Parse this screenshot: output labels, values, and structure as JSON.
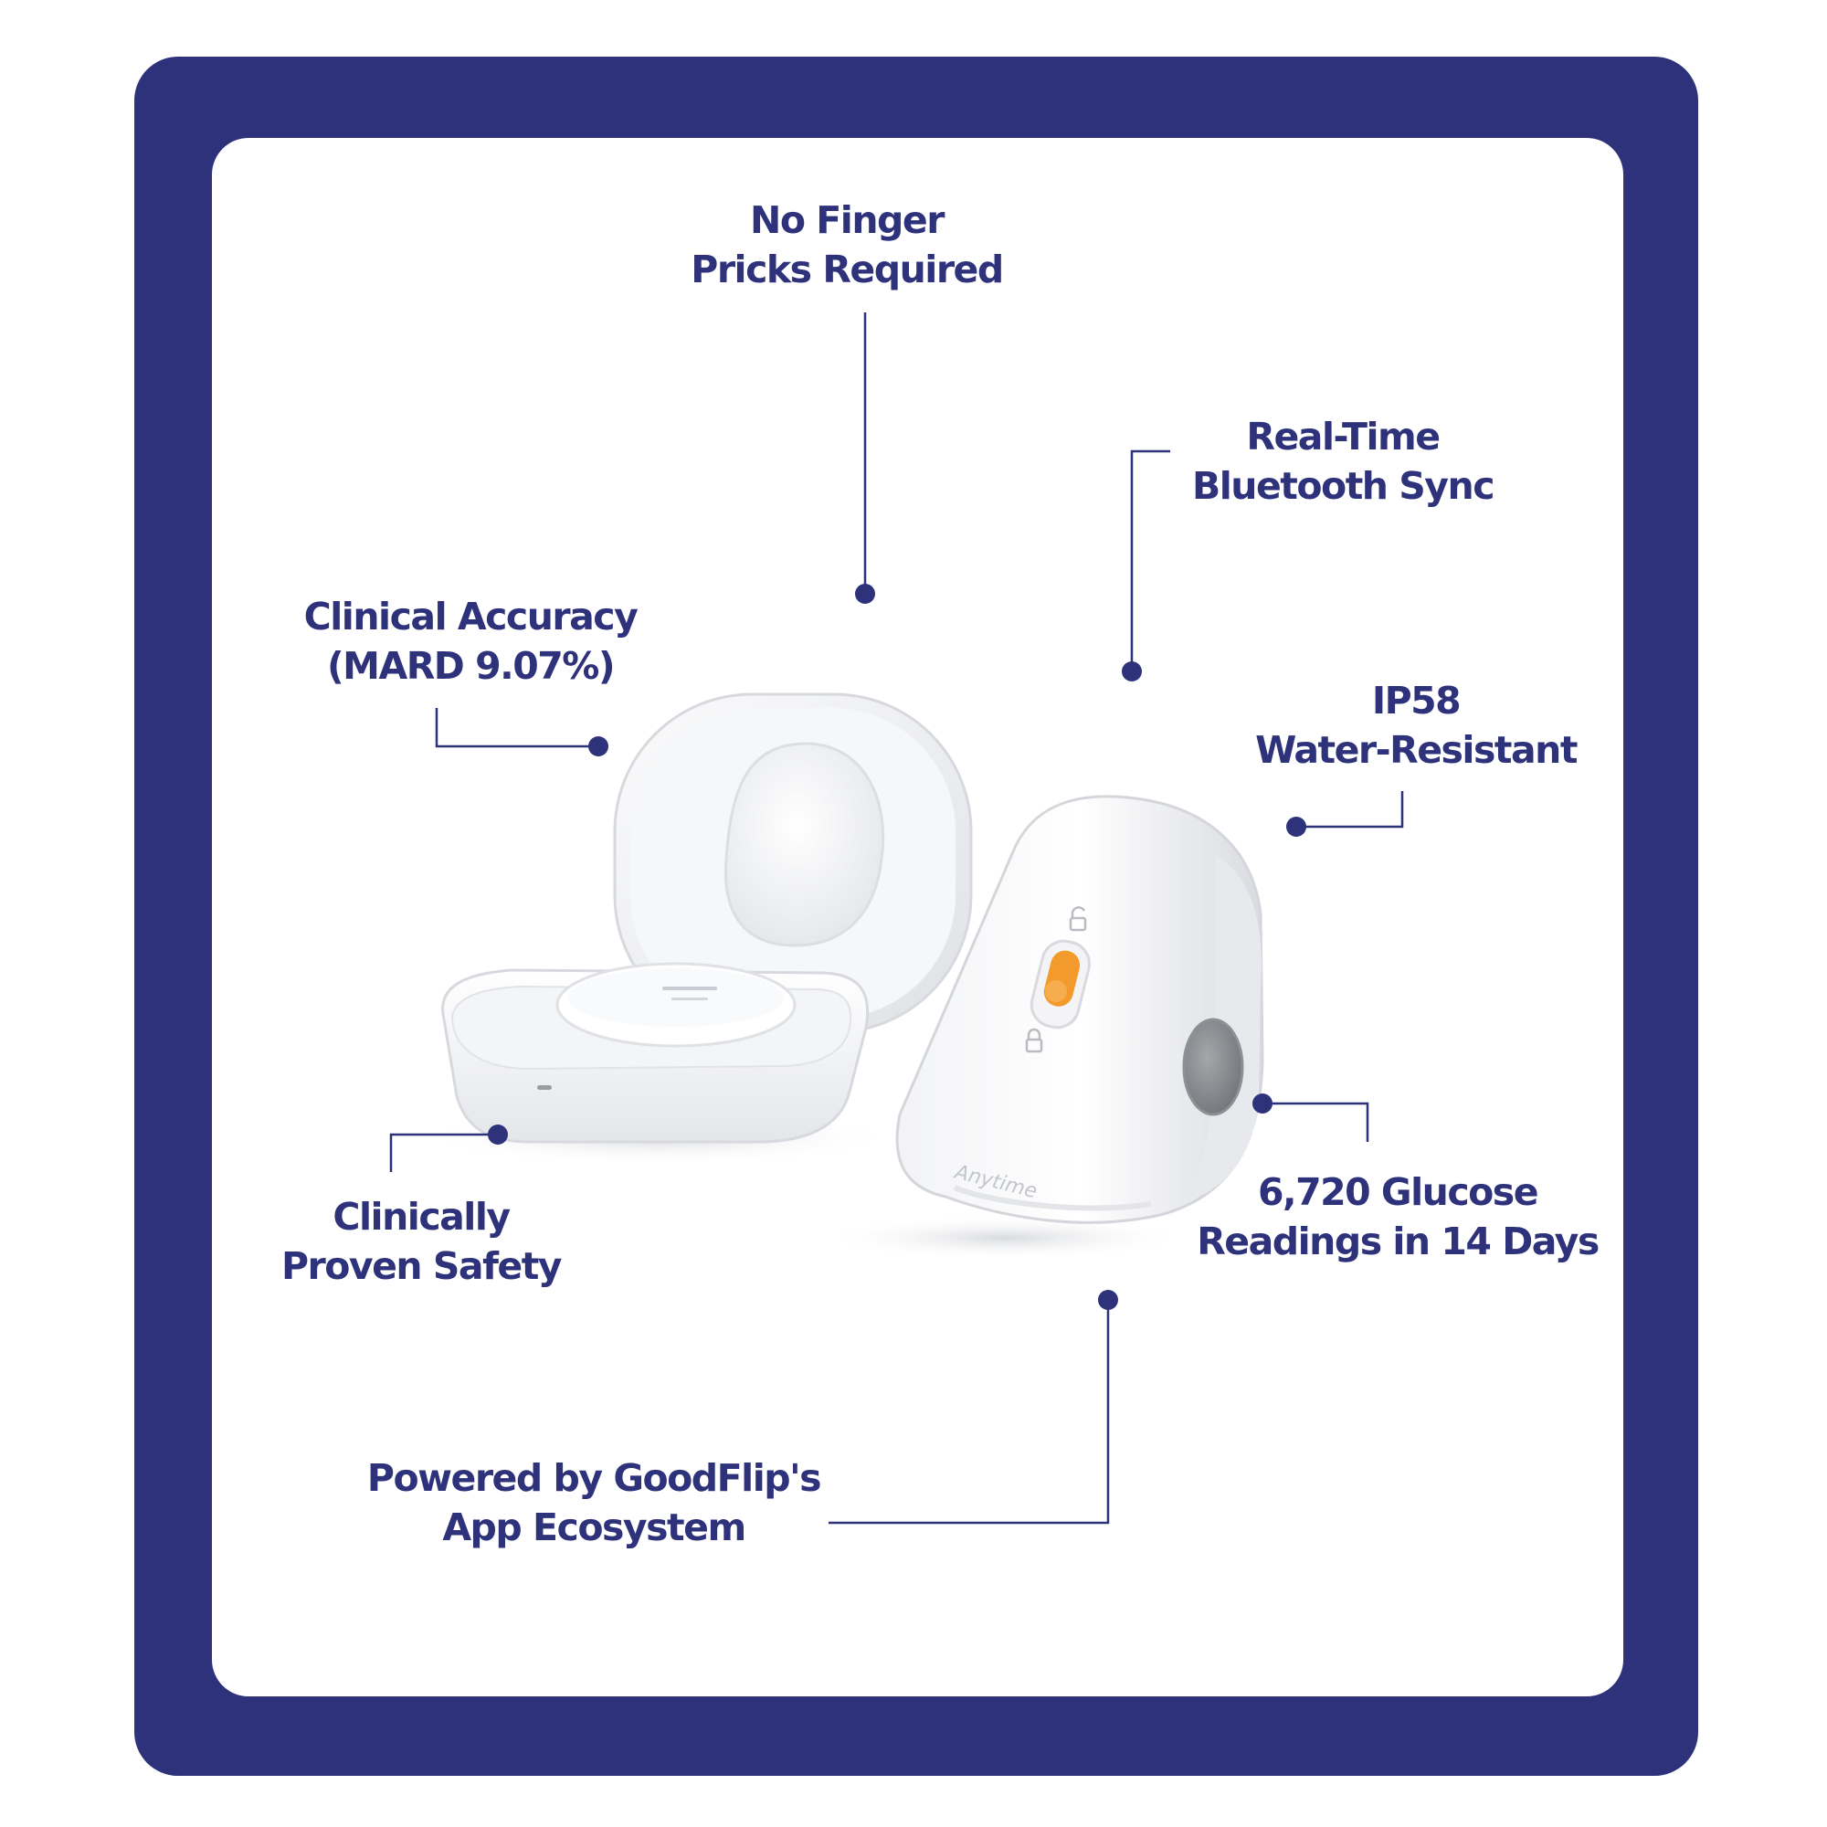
{
  "brand": {
    "accent": "#2e327b",
    "device_accent": "#f39a2c",
    "device_mark": "Anytime"
  },
  "features": [
    {
      "id": "no-finger-pricks",
      "line1": "No Finger",
      "line2": "Pricks Required"
    },
    {
      "id": "bluetooth-sync",
      "line1": "Real-Time",
      "line2": "Bluetooth Sync"
    },
    {
      "id": "clinical-accuracy",
      "line1": "Clinical Accuracy",
      "line2": "(MARD 9.07%)"
    },
    {
      "id": "water-resistant",
      "line1": "IP58",
      "line2": "Water-Resistant"
    },
    {
      "id": "proven-safety",
      "line1": "Clinically",
      "line2": "Proven Safety"
    },
    {
      "id": "glucose-readings",
      "line1": "6,720 Glucose",
      "line2": "Readings in 14 Days"
    },
    {
      "id": "app-ecosystem",
      "line1": "Powered by GoodFlip's",
      "line2": "App Ecosystem"
    }
  ]
}
